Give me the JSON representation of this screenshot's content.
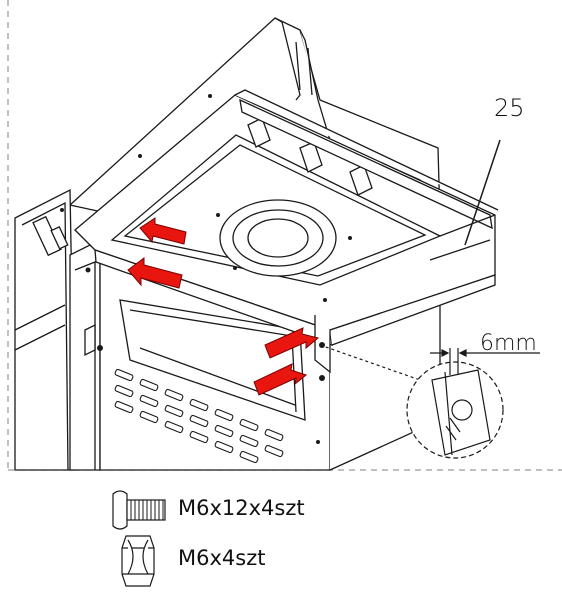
{
  "callouts": {
    "part_number": "25",
    "gap_dimension": "6mm"
  },
  "hardware": [
    {
      "icon": "bolt-icon",
      "label": "M6x12x4szt"
    },
    {
      "icon": "nut-icon",
      "label": "M6x4szt"
    }
  ],
  "colors": {
    "line": "#1a1a1a",
    "arrow_fill": "#e8160f",
    "arrow_stroke": "#7a0000",
    "dashed_border": "#9a9a9a"
  }
}
